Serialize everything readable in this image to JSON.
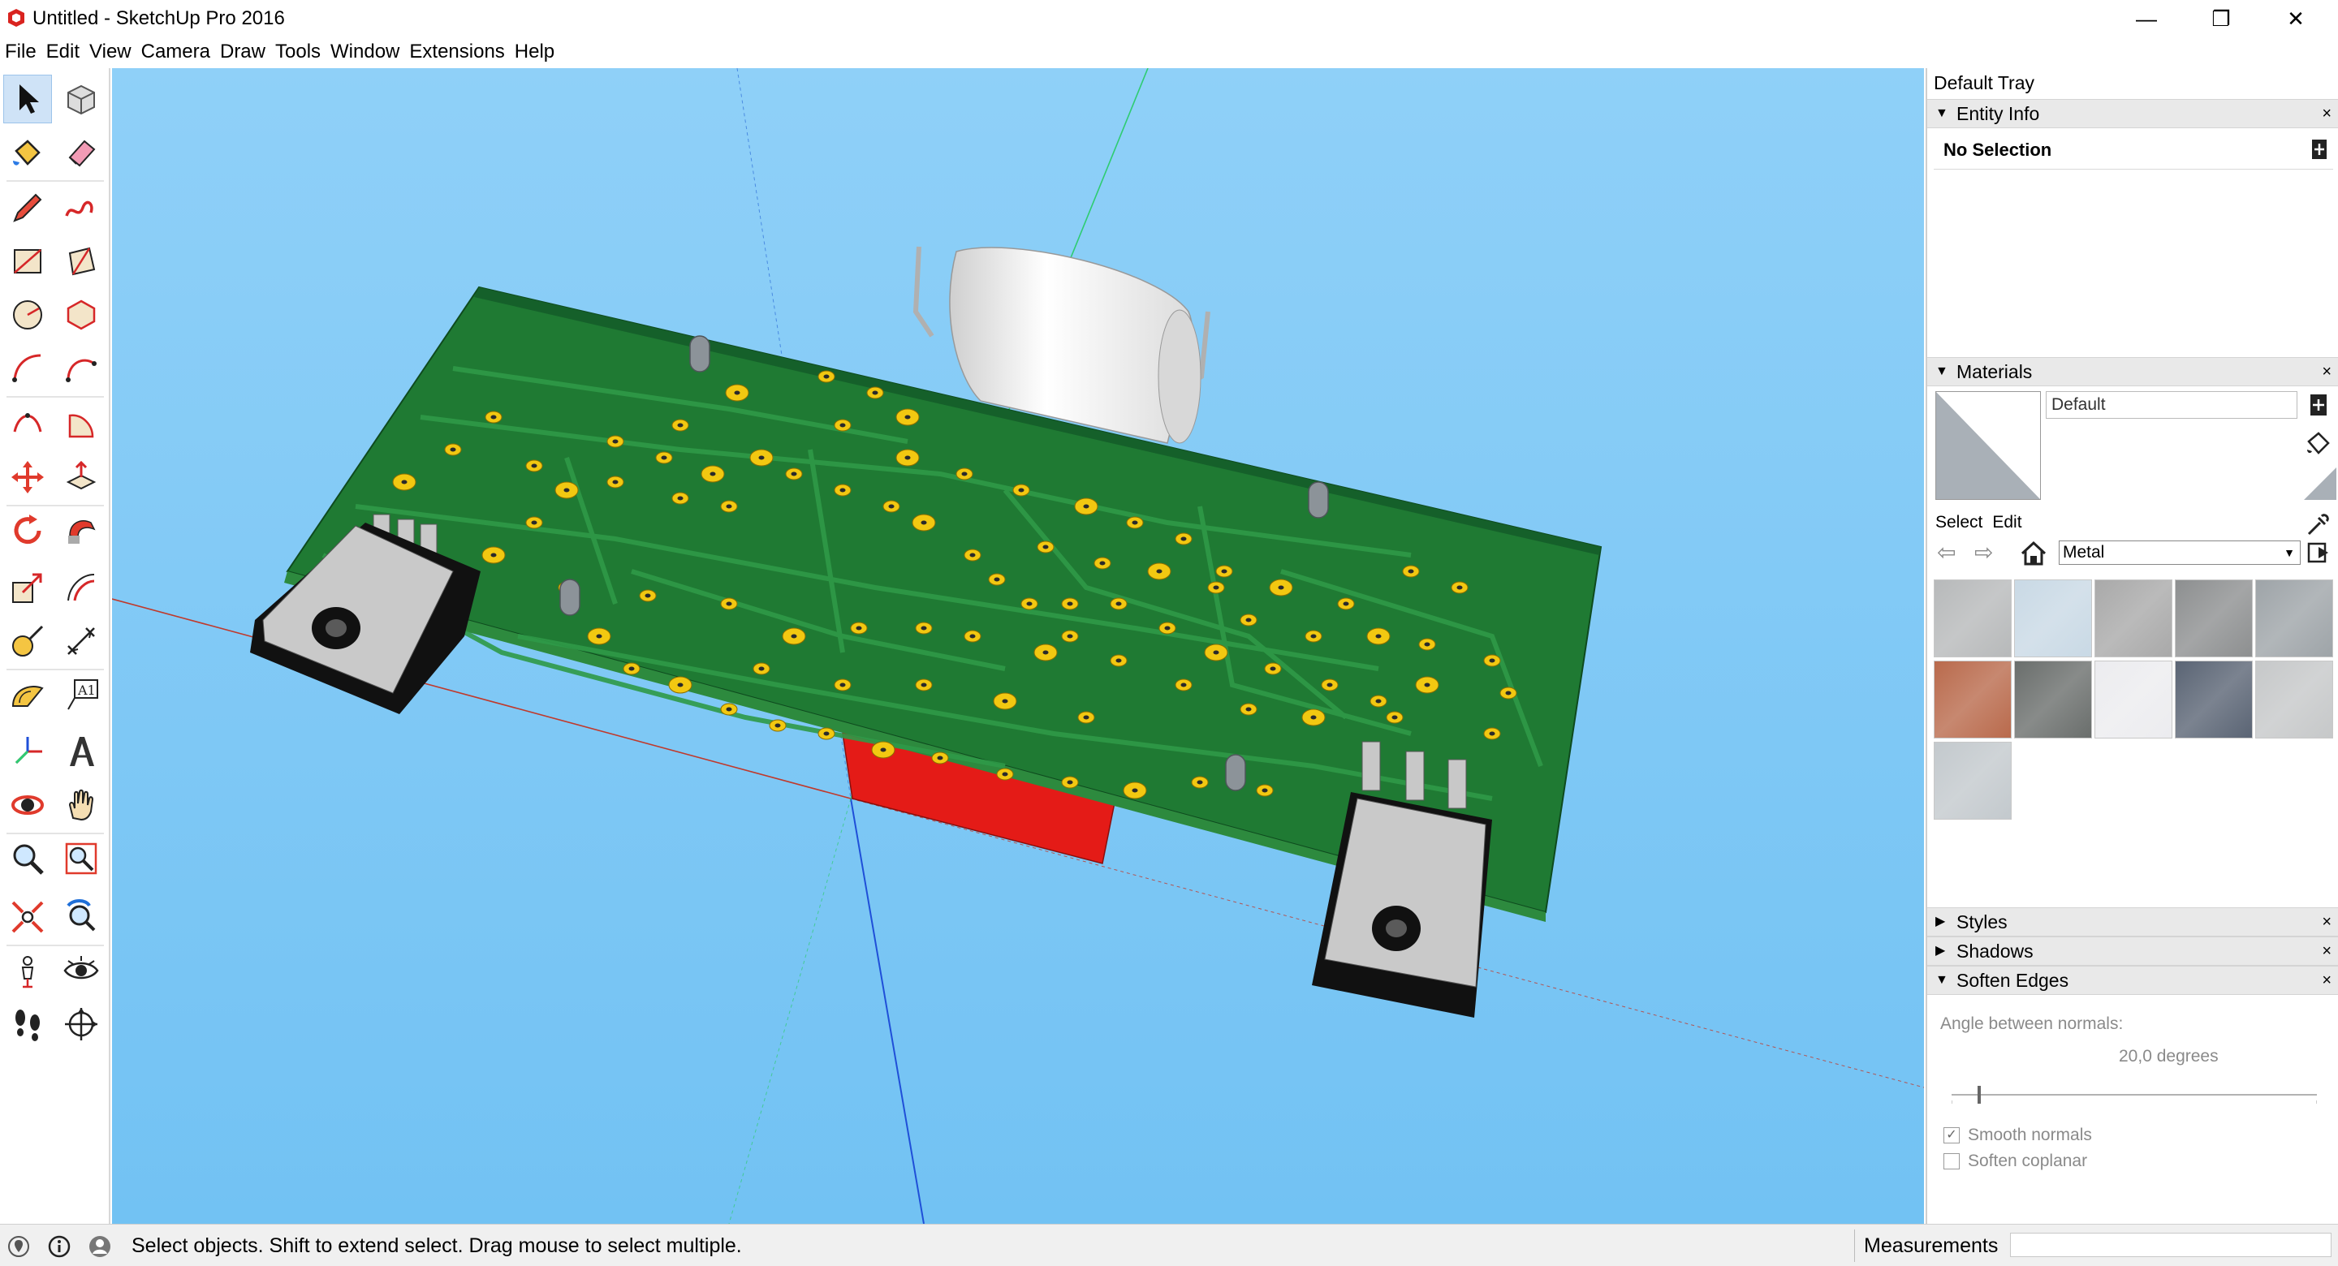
{
  "window": {
    "title": "Untitled - SketchUp Pro 2016",
    "minimize_glyph": "—",
    "maximize_glyph": "❐",
    "close_glyph": "✕"
  },
  "menu": [
    "File",
    "Edit",
    "View",
    "Camera",
    "Draw",
    "Tools",
    "Window",
    "Extensions",
    "Help"
  ],
  "toolbar": {
    "tools": [
      {
        "name": "select-tool",
        "icon": "arrow-cursor-icon",
        "active": true
      },
      {
        "name": "make-component-tool",
        "icon": "component-box-icon"
      },
      {
        "name": "paint-bucket-tool",
        "icon": "paint-bucket-icon"
      },
      {
        "name": "eraser-tool",
        "icon": "eraser-icon"
      },
      {
        "name": "line-tool",
        "icon": "pencil-icon"
      },
      {
        "name": "freehand-tool",
        "icon": "freehand-icon"
      },
      {
        "name": "rectangle-tool",
        "icon": "rectangle-icon"
      },
      {
        "name": "rotated-rectangle-tool",
        "icon": "rotated-rectangle-icon"
      },
      {
        "name": "circle-tool",
        "icon": "circle-icon"
      },
      {
        "name": "polygon-tool",
        "icon": "polygon-icon"
      },
      {
        "name": "arc-tool",
        "icon": "arc-icon"
      },
      {
        "name": "two-point-arc-tool",
        "icon": "two-point-arc-icon"
      },
      {
        "name": "three-point-arc-tool",
        "icon": "three-point-arc-icon"
      },
      {
        "name": "pie-tool",
        "icon": "pie-icon"
      },
      {
        "name": "move-tool",
        "icon": "move-arrows-icon"
      },
      {
        "name": "push-pull-tool",
        "icon": "push-pull-icon"
      },
      {
        "name": "rotate-tool",
        "icon": "rotate-icon"
      },
      {
        "name": "follow-me-tool",
        "icon": "follow-me-icon"
      },
      {
        "name": "scale-tool",
        "icon": "scale-icon"
      },
      {
        "name": "offset-tool",
        "icon": "offset-icon"
      },
      {
        "name": "tape-measure-tool",
        "icon": "tape-measure-icon"
      },
      {
        "name": "dimension-tool",
        "icon": "dimension-icon"
      },
      {
        "name": "protractor-tool",
        "icon": "protractor-icon"
      },
      {
        "name": "text-tool",
        "icon": "text-a1-icon",
        "label": "A1"
      },
      {
        "name": "axes-tool",
        "icon": "axes-icon"
      },
      {
        "name": "3d-text-tool",
        "icon": "3d-text-icon",
        "label": "A"
      },
      {
        "name": "orbit-tool",
        "icon": "orbit-icon"
      },
      {
        "name": "pan-tool",
        "icon": "hand-icon"
      },
      {
        "name": "zoom-tool",
        "icon": "zoom-magnifier-icon"
      },
      {
        "name": "zoom-window-tool",
        "icon": "zoom-window-icon"
      },
      {
        "name": "zoom-extents-tool",
        "icon": "zoom-extents-icon"
      },
      {
        "name": "previous-view-tool",
        "icon": "previous-view-icon"
      },
      {
        "name": "position-camera-tool",
        "icon": "position-camera-icon"
      },
      {
        "name": "look-around-tool",
        "icon": "eye-icon"
      },
      {
        "name": "walk-tool",
        "icon": "footprints-icon"
      },
      {
        "name": "section-plane-tool",
        "icon": "section-plane-icon"
      }
    ]
  },
  "tray": {
    "title": "Default Tray",
    "entity_info": {
      "title": "Entity Info",
      "selection": "No Selection"
    },
    "materials": {
      "title": "Materials",
      "current_name": "Default",
      "tabs": [
        "Select",
        "Edit"
      ],
      "collection": "Metal",
      "swatches": [
        {
          "name": "metal-swatch-1",
          "color": "#b7b9ba"
        },
        {
          "name": "metal-swatch-2",
          "color": "#c9d9e5"
        },
        {
          "name": "metal-swatch-3",
          "color": "#a9a9a9"
        },
        {
          "name": "metal-swatch-4",
          "color": "#8d8f90"
        },
        {
          "name": "metal-swatch-5",
          "color": "#9ea4a8"
        },
        {
          "name": "metal-swatch-6",
          "color": "#b96a4c"
        },
        {
          "name": "metal-swatch-7",
          "color": "#6a6e6c"
        },
        {
          "name": "metal-swatch-8",
          "color": "#ececef"
        },
        {
          "name": "metal-swatch-9",
          "color": "#5a6474"
        },
        {
          "name": "metal-swatch-10",
          "color": "#c6c8c9"
        },
        {
          "name": "metal-swatch-11",
          "color": "#c3c9cd"
        }
      ]
    },
    "styles": {
      "title": "Styles"
    },
    "shadows": {
      "title": "Shadows"
    },
    "soften_edges": {
      "title": "Soften Edges",
      "angle_label": "Angle between normals:",
      "angle_value": "20,0  degrees",
      "angle_fraction": 0.07,
      "smooth_normals": {
        "label": "Smooth normals",
        "checked": true
      },
      "soften_coplanar": {
        "label": "Soften coplanar",
        "checked": false
      }
    }
  },
  "status": {
    "message": "Select objects. Shift to extend select. Drag mouse to select multiple.",
    "measurements_label": "Measurements",
    "measurements_value": ""
  },
  "colors": {
    "viewport_sky": "#7fc9f6",
    "pcb_green": "#1e8a3a",
    "pad_yellow": "#f2c811",
    "component_red": "#e41b17",
    "axis_red": "#c0392b",
    "axis_green": "#2ecc71",
    "axis_blue": "#1f4fd8"
  }
}
